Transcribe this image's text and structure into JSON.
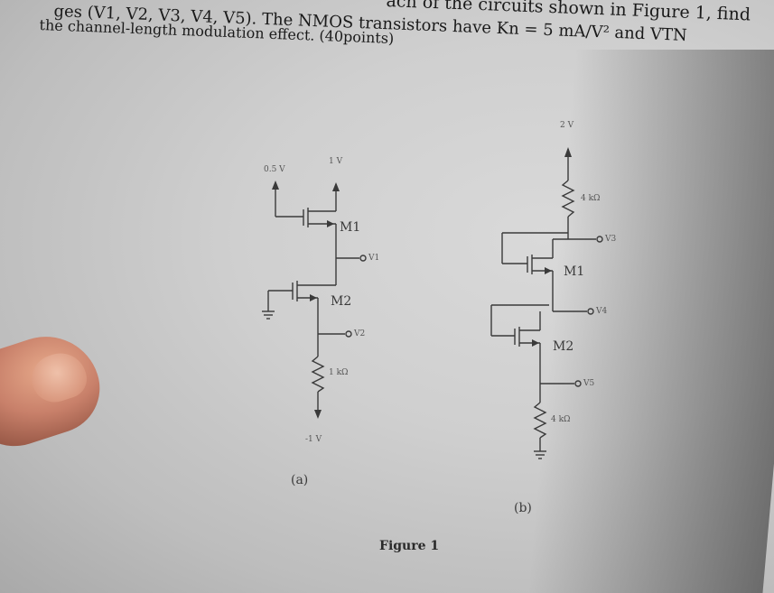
{
  "header": {
    "line1": "ges (V1, V2, V3, V4, V5). The NMOS transistors have  Kn = 5 mA/V² and VTN",
    "line1_prefix": "ach of the circuits shown in Figure 1, find",
    "line2": "the channel-length modulation effect. (40points)"
  },
  "circuit_a": {
    "caption": "(a)",
    "v_gate": "0.5 V",
    "v_drain": "1 V",
    "m1": "M1",
    "m2": "M2",
    "v1": "V1",
    "v2": "V2",
    "resistor": "1 kΩ",
    "v_source": "-1 V"
  },
  "circuit_b": {
    "caption": "(b)",
    "v_supply": "2 V",
    "resistor_top": "4 kΩ",
    "resistor_bottom": "4 kΩ",
    "m1": "M1",
    "m2": "M2",
    "v3": "V3",
    "v4": "V4",
    "v5": "V5"
  },
  "figure_caption": "Figure 1"
}
